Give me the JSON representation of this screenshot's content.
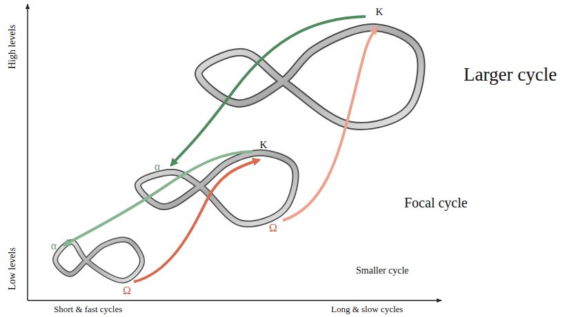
{
  "diagram": {
    "labels": [
      "High levels",
      "Low levels",
      "Larger cycle",
      "Focal cycle",
      "Smaller cycle",
      "K",
      "K",
      "α",
      "α",
      "Ω",
      "Ω",
      "Short & fast cycles",
      "Long & slow cycles"
    ]
  }
}
